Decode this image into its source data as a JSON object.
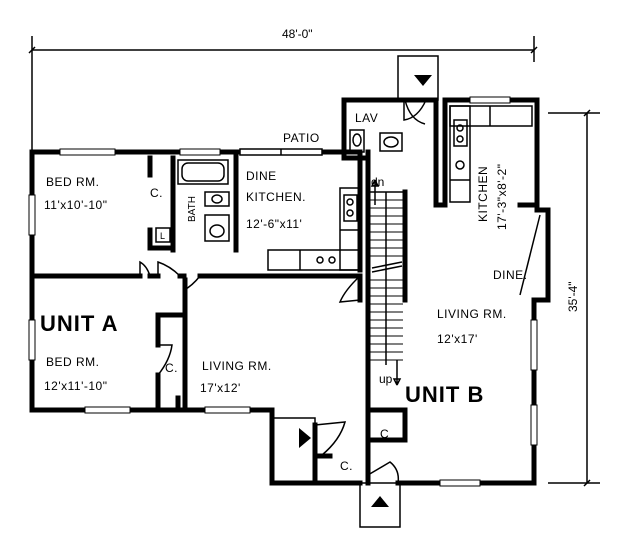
{
  "dimensions": {
    "width": "48'-0\"",
    "depth": "35'-4\""
  },
  "unit_a": {
    "name": "UNIT A",
    "bed_1": {
      "name": "BED RM.",
      "size": "11'x10'-10\""
    },
    "bed_2": {
      "name": "BED RM.",
      "size": "12'x11'-10\""
    },
    "living": {
      "name": "LIVING RM.",
      "size": "17'x12'"
    },
    "kitchen": {
      "name": "DINE KITCHEN",
      "line1": "DINE",
      "line2": "KITCHEN.",
      "size": "12'-6\"x11'"
    },
    "bath": "BATH",
    "closets": [
      "C.",
      "C.",
      "C.",
      "L"
    ],
    "patio": "PATIO"
  },
  "unit_b": {
    "name": "UNIT B",
    "lav": "LAV",
    "kitchen": {
      "name": "KITCHEN",
      "size": "17'-3\"x8'-2\""
    },
    "dine": "DINE.",
    "living": {
      "name": "LIVING RM.",
      "size": "12'x17'"
    },
    "closet": "C",
    "stairs_down": "dn",
    "stairs_up": "up"
  }
}
